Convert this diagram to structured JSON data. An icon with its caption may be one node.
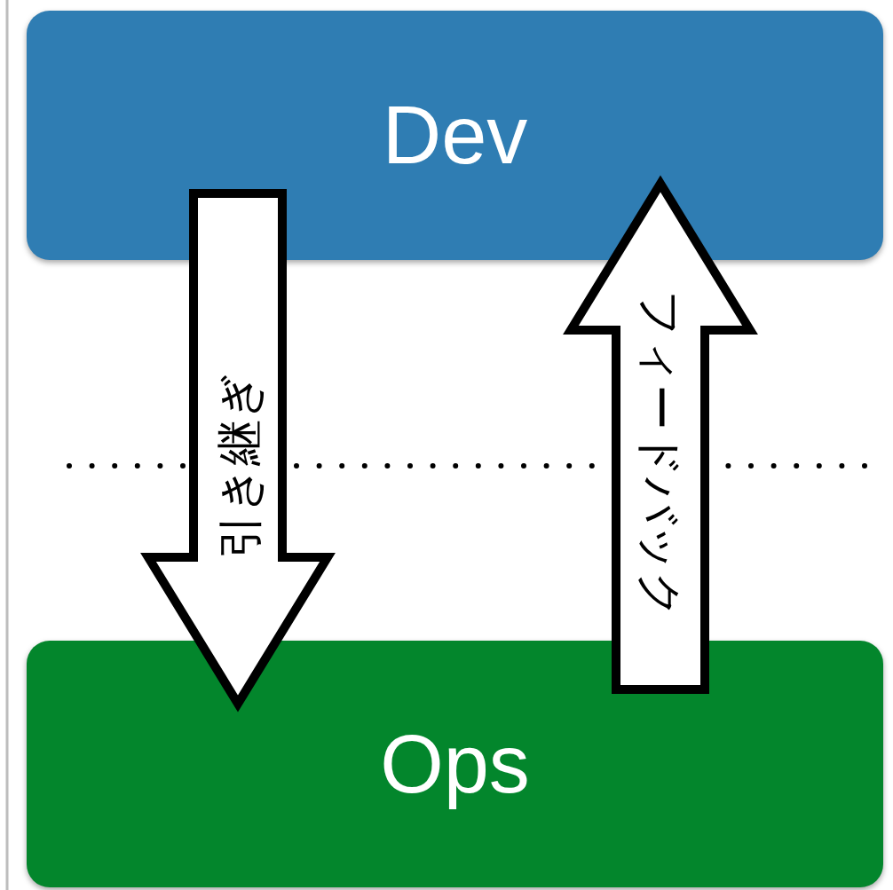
{
  "diagram": {
    "nodes": [
      {
        "text": [
          "Dev"
        ]
      },
      {
        "text": [
          "Ops"
        ]
      }
    ],
    "edges": [
      {
        "from": 0,
        "to": 1,
        "arrow": "to",
        "label": "引き継ぎ",
        "style": "thick"
      },
      {
        "from": 1,
        "to": 0,
        "arrow": "to",
        "label": "フィードバック",
        "style": "thick"
      }
    ]
  }
}
